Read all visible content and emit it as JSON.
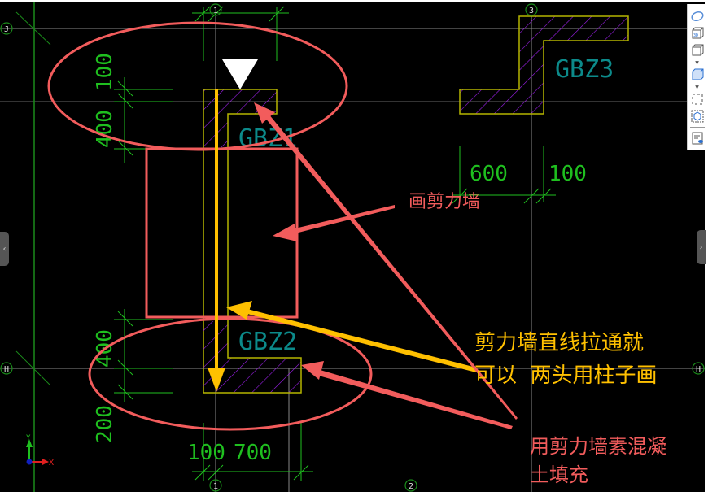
{
  "axes": {
    "horizontal": [
      "J",
      "H",
      "H"
    ],
    "vertical": [
      "1",
      "3",
      "1",
      "2"
    ]
  },
  "dimensions": {
    "left": [
      "100",
      "400",
      "400",
      "200"
    ],
    "bottom": [
      "100",
      "700"
    ],
    "right": [
      "600",
      "100"
    ]
  },
  "columns": [
    "GBZ1",
    "GBZ2",
    "GBZ3"
  ],
  "annotations": {
    "draw_wall": "画剪力墙",
    "yellow_line1": "剪力墙直线拉通就",
    "yellow_line2": "可以  两头用柱子画",
    "red_line1": "用剪力墙素混凝",
    "red_line2": "土填充"
  },
  "ucs": {
    "x": "X",
    "y": "Y"
  },
  "toolbar": {
    "items": [
      "orbit-icon",
      "3d-view-icon",
      "cube-wireframe-icon",
      "cube-solid-icon",
      "select-box-icon",
      "component-view-icon",
      "display-settings-icon"
    ]
  },
  "colors": {
    "annotation_red": "#f25c5c",
    "annotation_yellow": "#ffc000",
    "dimension": "#1fbf1f",
    "column_outline": "#b5b500",
    "hatch": "#a020f0",
    "label": "#0c8a8a"
  }
}
